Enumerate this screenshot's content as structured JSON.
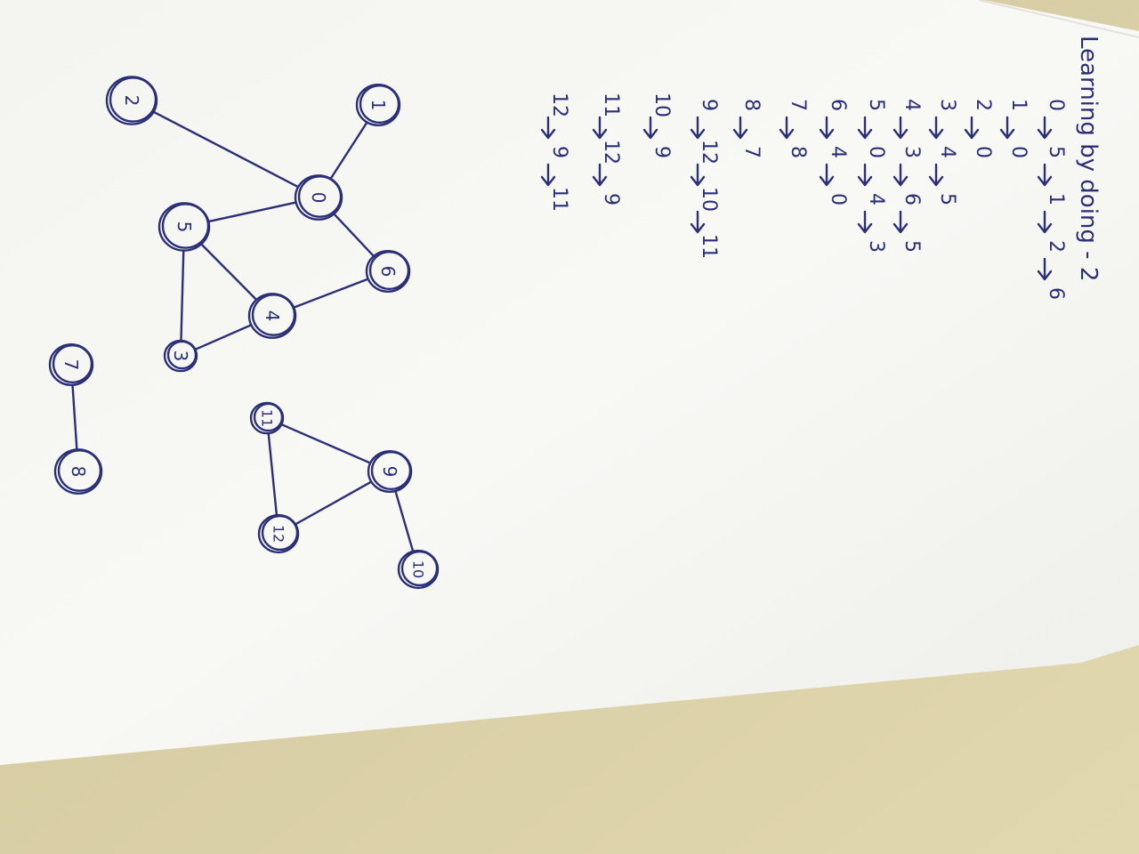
{
  "title": "Learning by doing - 2",
  "adjacency": [
    {
      "node": "0",
      "neighbors": [
        "5",
        "1",
        "2",
        "6"
      ]
    },
    {
      "node": "1",
      "neighbors": [
        "0"
      ]
    },
    {
      "node": "2",
      "neighbors": [
        "0"
      ]
    },
    {
      "node": "3",
      "neighbors": [
        "4",
        "5"
      ]
    },
    {
      "node": "4",
      "neighbors": [
        "3",
        "6",
        "5"
      ]
    },
    {
      "node": "5",
      "neighbors": [
        "0",
        "4",
        "3"
      ]
    },
    {
      "node": "6",
      "neighbors": [
        "4",
        "0"
      ]
    },
    {
      "node": "7",
      "neighbors": [
        "8"
      ]
    },
    {
      "node": "8",
      "neighbors": [
        "7"
      ]
    },
    {
      "node": "9",
      "neighbors": [
        "12",
        "10",
        "11"
      ]
    },
    {
      "node": "10",
      "neighbors": [
        "9"
      ]
    },
    {
      "node": "11",
      "neighbors": [
        "12",
        "9"
      ]
    },
    {
      "node": "12",
      "neighbors": [
        "9",
        "11"
      ]
    }
  ],
  "graph": {
    "nodes": [
      "0",
      "1",
      "2",
      "3",
      "4",
      "5",
      "6",
      "7",
      "8",
      "9",
      "10",
      "11",
      "12"
    ],
    "edges": [
      [
        "0",
        "1"
      ],
      [
        "0",
        "2"
      ],
      [
        "0",
        "5"
      ],
      [
        "0",
        "6"
      ],
      [
        "5",
        "4"
      ],
      [
        "5",
        "3"
      ],
      [
        "4",
        "3"
      ],
      [
        "4",
        "6"
      ],
      [
        "7",
        "8"
      ],
      [
        "11",
        "9"
      ],
      [
        "11",
        "12"
      ],
      [
        "9",
        "12"
      ],
      [
        "9",
        "10"
      ]
    ]
  },
  "colors": {
    "ink": "#2a2f78",
    "paper": "#f7f7f3",
    "table": "#d9cfa3"
  }
}
